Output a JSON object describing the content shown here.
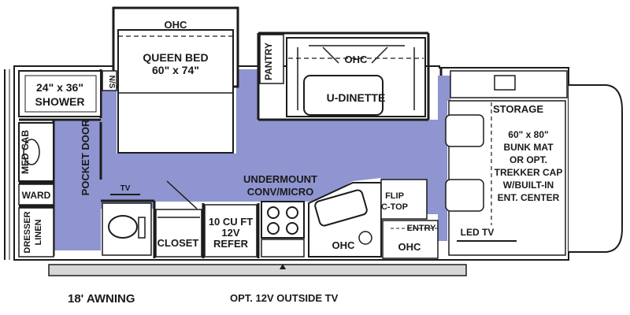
{
  "colors": {
    "floor": "#8e95d0",
    "wall": "#1c1c1c",
    "fixture": "#ffffff",
    "awning": "#d6d6d6"
  },
  "labels": {
    "ohc": "OHC",
    "queen_bed_line1": "QUEEN BED",
    "queen_bed_line2": "60\" x 74\"",
    "ns": "N/S",
    "pantry": "PANTRY",
    "dinette_ohc": "OHC",
    "u_dinette": "U-DINETTE",
    "shower_line1": "24\" x 36\"",
    "shower_line2": "SHOWER",
    "pocket_door": "POCKET DOOR",
    "med_cab": "MED CAB",
    "ward": "WARD",
    "dresser_line1": "DRESSER",
    "dresser_line2": "LINEN",
    "tv": "TV",
    "closet": "CLOSET",
    "refer_line1": "10 CU FT",
    "refer_line2": "12V",
    "refer_line3": "REFER",
    "conv_line1": "UNDERMOUNT",
    "conv_line2": "CONV/MICRO",
    "flip_line1": "FLIP",
    "flip_line2": "C-TOP",
    "kitchen_ohc": "OHC",
    "entry": "ENTRY",
    "entry_ohc": "OHC",
    "storage": "STORAGE",
    "bunk_line1": "60\" x 80\"",
    "bunk_line2": "BUNK MAT",
    "bunk_line3": "OR OPT.",
    "bunk_line4": "TREKKER CAP",
    "bunk_line5": "W/BUILT-IN",
    "bunk_line6": "ENT. CENTER",
    "led_tv": "LED TV"
  },
  "captions": {
    "awning": "18' AWNING",
    "outside_tv": "OPT. 12V OUTSIDE TV"
  }
}
